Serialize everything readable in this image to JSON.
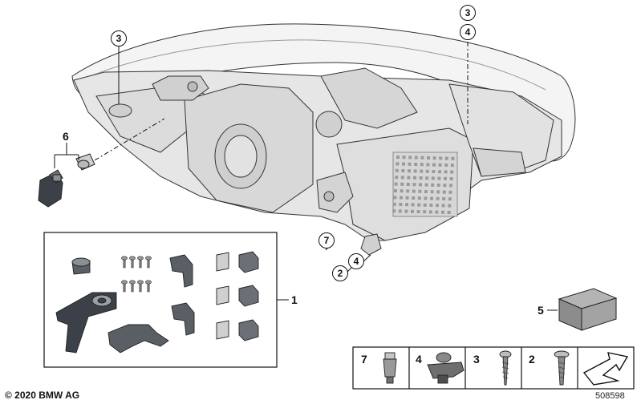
{
  "callouts": {
    "c1": "1",
    "c2a": "2",
    "c3a": "3",
    "c3b": "3",
    "c4a": "4",
    "c4b": "4",
    "c5": "5",
    "c6": "6",
    "c7": "7"
  },
  "legend": {
    "items": [
      {
        "num": "7",
        "icon": "clip-nut-icon"
      },
      {
        "num": "4",
        "icon": "expanding-nut-icon"
      },
      {
        "num": "3",
        "icon": "screw-icon"
      },
      {
        "num": "2",
        "icon": "flange-screw-icon"
      },
      {
        "num": "",
        "icon": "direction-arrow-icon"
      }
    ]
  },
  "footer": {
    "copyright": "© 2020 BMW AG",
    "doc_number": "508598"
  },
  "colors": {
    "line": "#222222",
    "housing_fill": "#e9e9e9",
    "part_fill": "#c8c8c8",
    "dark_part": "#3c4048"
  }
}
